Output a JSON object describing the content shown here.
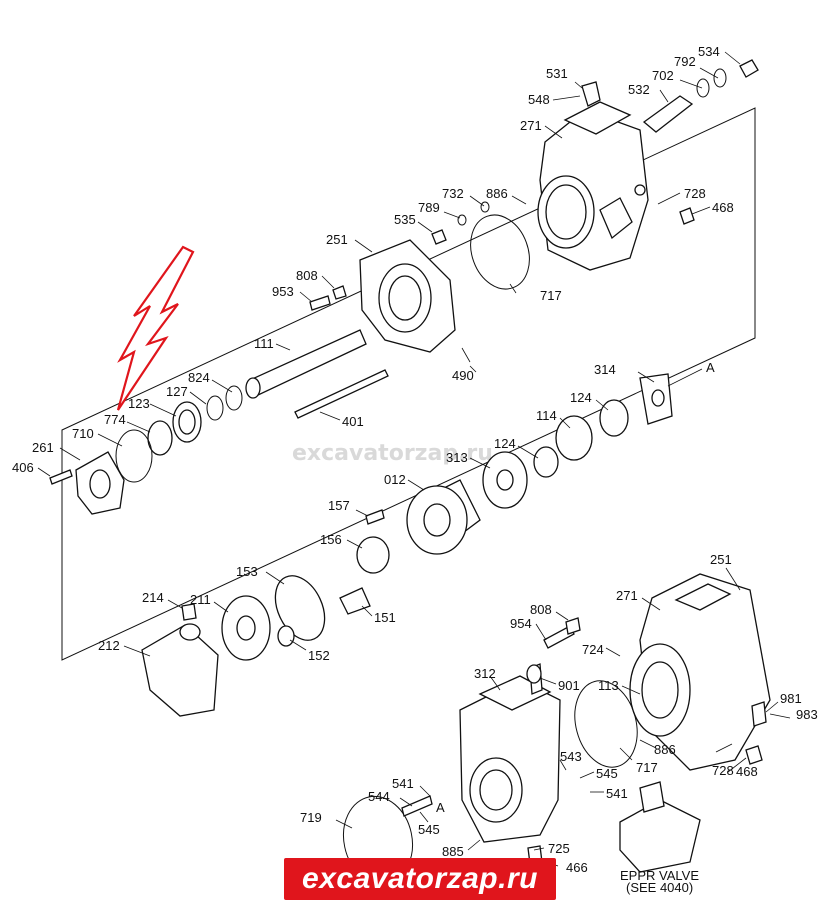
{
  "watermark": "excavatorzap.ru",
  "banner": "excavatorzap.ru",
  "section_marker": "A",
  "eppr": {
    "line1": "EPPR VALVE",
    "line2": "(SEE 4040)"
  },
  "labels": [
    "534",
    "792",
    "702",
    "531",
    "532",
    "548",
    "271",
    "732",
    "886",
    "728",
    "468",
    "789",
    "535",
    "251",
    "717",
    "808",
    "953",
    "111",
    "490",
    "824",
    "127",
    "123",
    "774",
    "710",
    "261",
    "406",
    "401",
    "314",
    "124",
    "114",
    "124",
    "313",
    "012",
    "157",
    "156",
    "153",
    "214",
    "211",
    "212",
    "151",
    "152",
    "251",
    "271",
    "808",
    "954",
    "724",
    "312",
    "901",
    "113",
    "981",
    "983",
    "886",
    "717",
    "728",
    "468",
    "543",
    "545",
    "541",
    "541",
    "544",
    "545",
    "719",
    "885",
    "725",
    "466",
    "A"
  ],
  "colors": {
    "banner": "#e0151c",
    "arrow": "#e0151c",
    "watermark": "#d9d9d9"
  }
}
